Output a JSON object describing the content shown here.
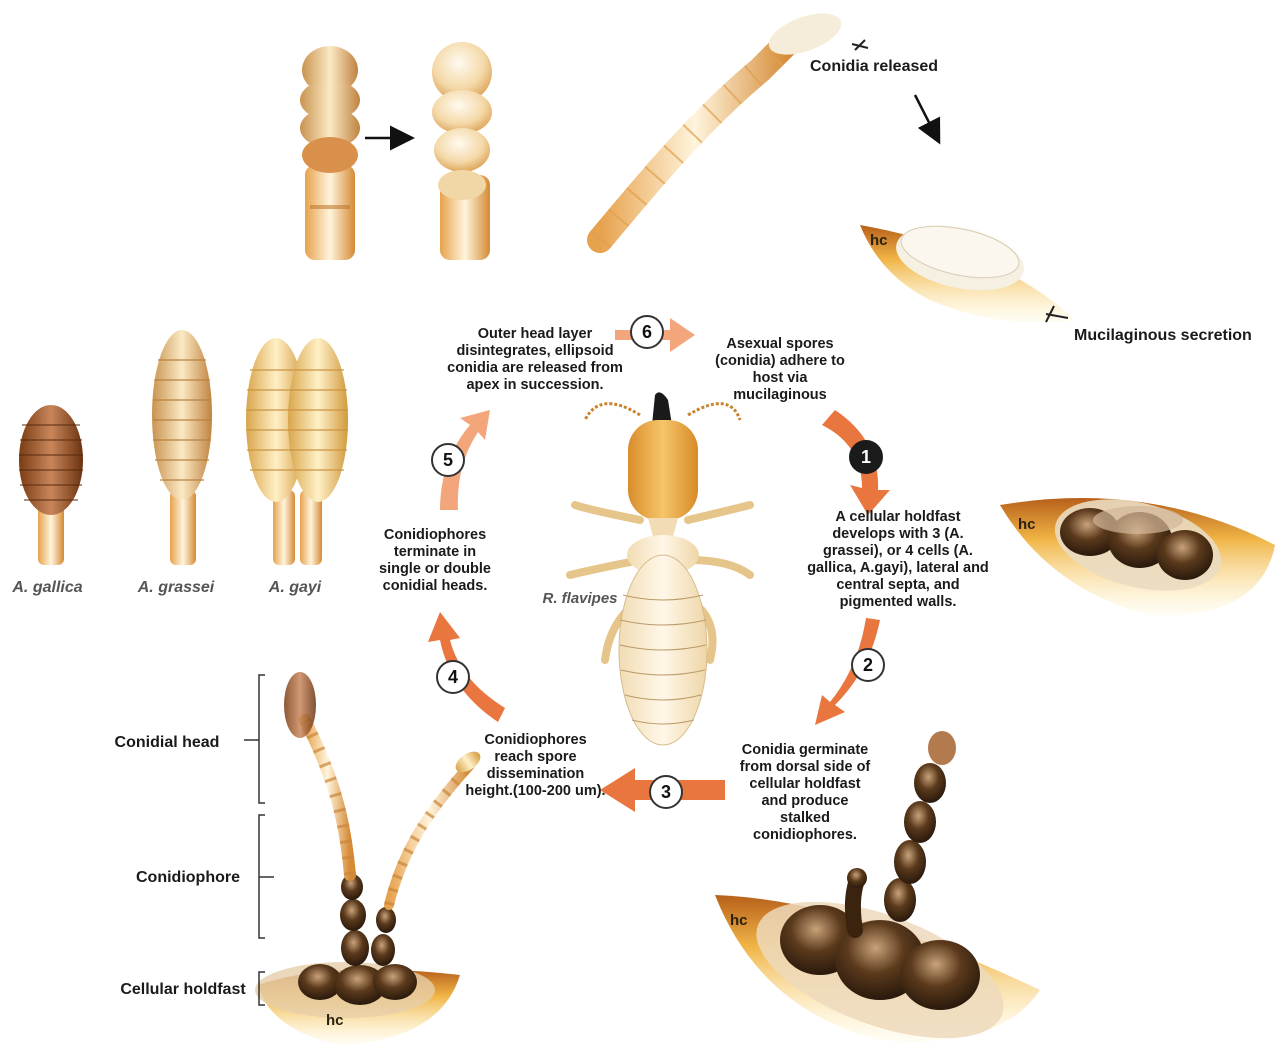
{
  "labels": {
    "conidia_released": "Conidia released",
    "mucilaginous_secretion": "Mucilaginous secretion",
    "conidial_head": "Conidial head",
    "conidiophore": "Conidiophore",
    "cellular_holdfast": "Cellular holdfast",
    "hc": "hc",
    "termite": "R. flavipes",
    "species": [
      "A. gallica",
      "A. grassei",
      "A. gayi"
    ]
  },
  "steps": [
    {
      "number": "1",
      "text": "A cellular holdfast\ndevelops with 3 (A.\ngrassei), or 4 cells (A.\ngallica, A.gayi), lateral and\ncentral septa, and\npigmented walls."
    },
    {
      "number": "2",
      "text": "Conidia germinate\nfrom dorsal side of\ncellular holdfast\nand produce\nstalked\nconidiophores."
    },
    {
      "number": "3",
      "text": "Conidiophores\nreach spore\ndissemination\nheight.(100-200 um)."
    },
    {
      "number": "4",
      "text": "Conidiophores\nterminate in\nsingle or double\nconidial heads."
    },
    {
      "number": "5",
      "text": "Outer head layer\ndisintegrates, ellipsoid\nconidia are released from\napex in succession."
    },
    {
      "number": "6",
      "text": "Asexual spores\n(conidia) adhere to\nhost via\nmucilaginous"
    }
  ],
  "colors": {
    "arrow_orange": "#e9753f",
    "arrow_light": "#f3a57c",
    "cuticle_yellow": "#eaa93a",
    "cuticle_dark": "#a65a12",
    "pigment_dark": "#3a2410",
    "spore_cream": "#f2e6cc"
  }
}
